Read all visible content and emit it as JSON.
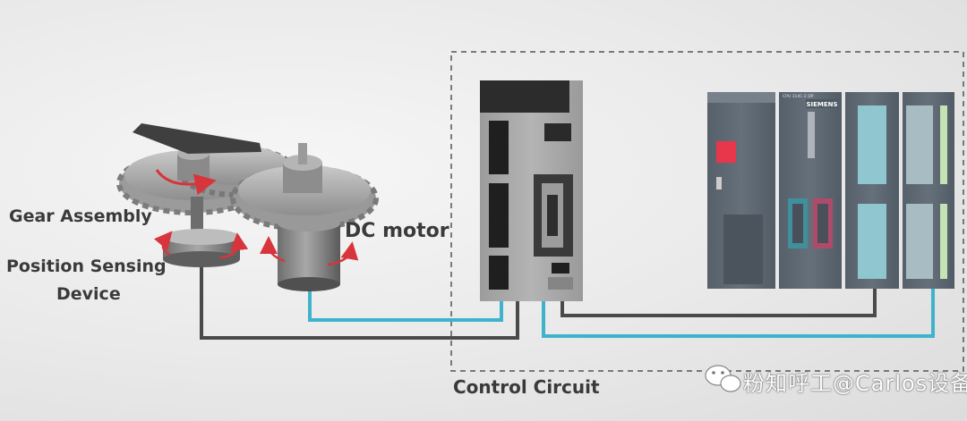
{
  "labels": {
    "gear_assembly": "Gear Assembly",
    "position_sensing_line1": "Position Sensing",
    "position_sensing_line2": "Device",
    "dc_motor": "DC motor",
    "control_circuit": "Control Circuit"
  },
  "plc": {
    "brand": "SIEMENS",
    "cpu_model": "CPU 314C-2 DP"
  },
  "watermark": {
    "text": "粉知呼工@Carlos设备"
  },
  "colors": {
    "wire_dark": "#4a4a4a",
    "wire_blue": "#3fb3cc",
    "dashed_border": "#555555",
    "plc_body": "#5d6670",
    "servo_drive_body": "#a9a9a9",
    "plc_indicator_red": "#e8364a",
    "rotation_arrow": "#d8343c"
  },
  "icons": {
    "watermark_icon": "wechat-chat-bubbles-icon",
    "rotation_arrows": "curved-arrow-icon"
  }
}
